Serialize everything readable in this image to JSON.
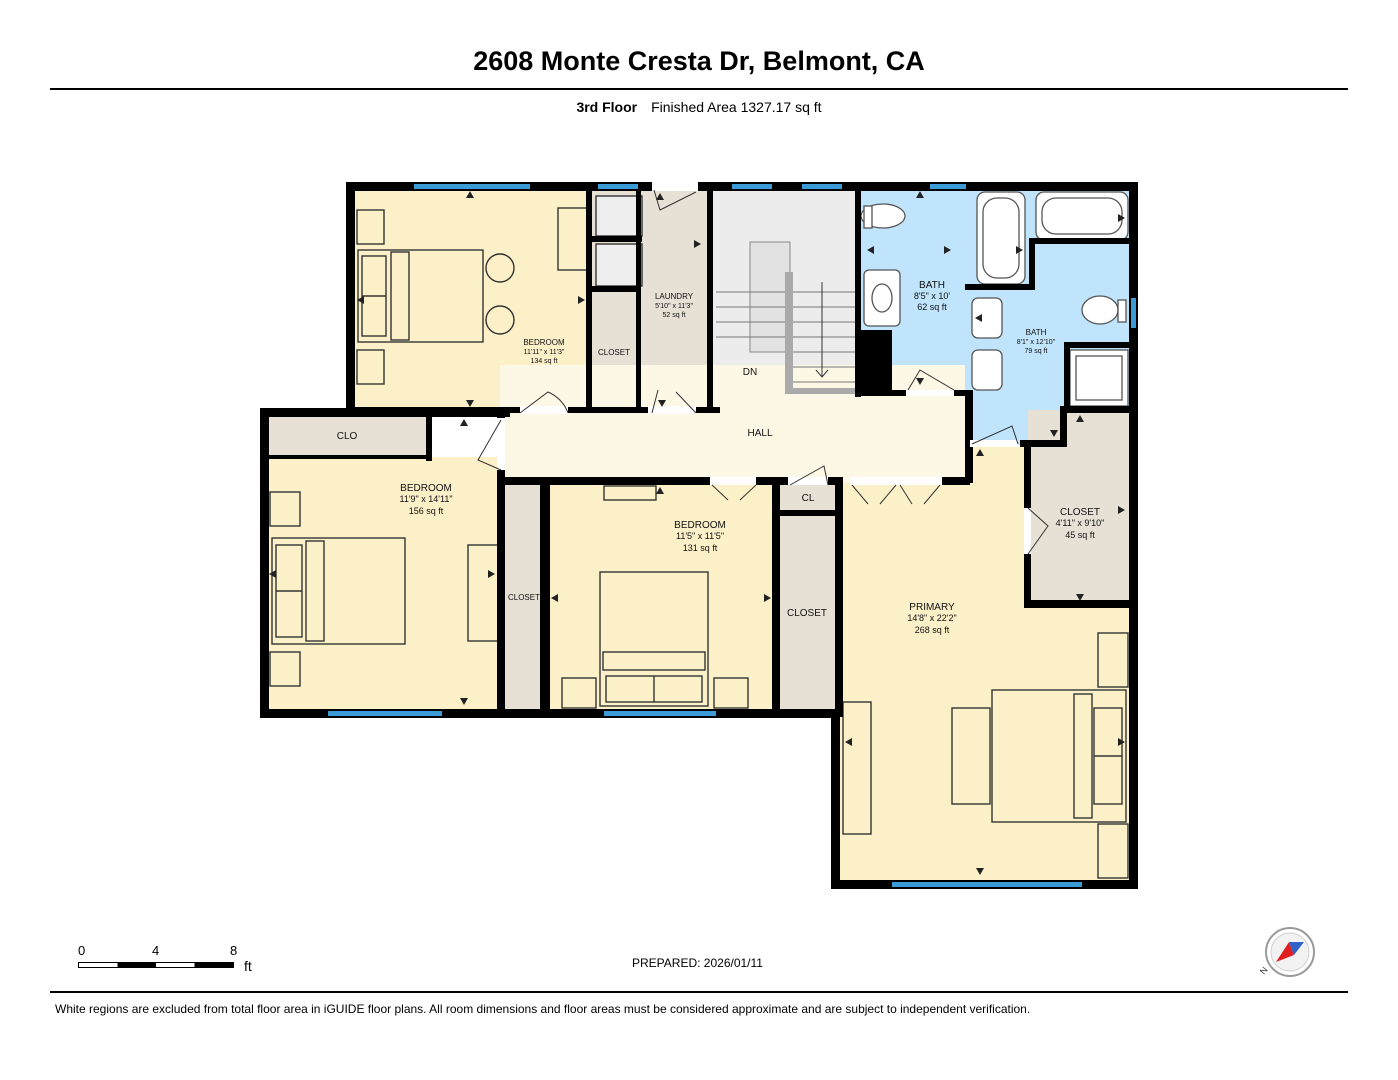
{
  "header": {
    "title": "2608 Monte Cresta Dr, Belmont, CA",
    "floor": "3rd Floor",
    "area": "Finished Area 1327.17 sq ft"
  },
  "rooms": {
    "bedroom1": {
      "name": "BEDROOM",
      "dims": "11'11\" x 11'3\"",
      "area": "134 sq ft"
    },
    "laundry": {
      "name": "LAUNDRY",
      "dims": "5'10\" x 11'3\"",
      "area": "52 sq ft"
    },
    "closet1": {
      "name": "CLOSET"
    },
    "stair": {
      "name": "DN"
    },
    "bath1": {
      "name": "BATH",
      "dims": "8'5\" x 10'",
      "area": "62 sq ft"
    },
    "bath2": {
      "name": "BATH",
      "dims": "8'1\" x 12'10\"",
      "area": "79 sq ft"
    },
    "hall": {
      "name": "HALL"
    },
    "clo": {
      "name": "CLO"
    },
    "bedroom2": {
      "name": "BEDROOM",
      "dims": "11'9\" x 14'11\"",
      "area": "156 sq ft"
    },
    "closet2": {
      "name": "CLOSET"
    },
    "bedroom3": {
      "name": "BEDROOM",
      "dims": "11'5\" x 11'5\"",
      "area": "131 sq ft"
    },
    "cl": {
      "name": "CL"
    },
    "closet3": {
      "name": "CLOSET"
    },
    "primary": {
      "name": "PRIMARY",
      "dims": "14'8\" x 22'2\"",
      "area": "268 sq ft"
    },
    "closet4": {
      "name": "CLOSET",
      "dims": "4'11\" x 9'10\"",
      "area": "45 sq ft"
    }
  },
  "scale": {
    "ticks": [
      "0",
      "4",
      "8"
    ],
    "unit": "ft"
  },
  "compass": {
    "label": "N"
  },
  "footer": {
    "prepared": "PREPARED: 2026/01/11",
    "note": "White regions are excluded from total floor area in iGUIDE floor plans. All room dimensions and floor areas must be considered approximate and are subject to independent verification."
  },
  "colors": {
    "bedroom": "#fcf0c9",
    "closet": "#e7e0d5",
    "hall": "#fdf8e6",
    "bath": "#bfe4fb",
    "stair": "#ececec",
    "wall": "#000000",
    "window": "#3b9bd6"
  }
}
